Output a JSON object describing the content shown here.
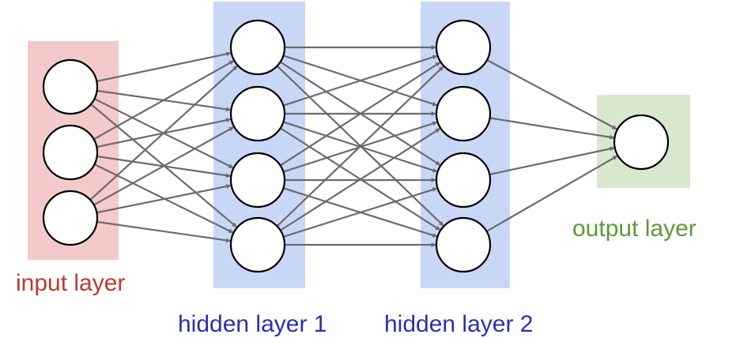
{
  "diagram": {
    "layers": [
      {
        "id": "input",
        "label": "input layer",
        "neurons": 3,
        "color": "#f3c9c9",
        "label_color": "#c0392b"
      },
      {
        "id": "hidden1",
        "label": "hidden layer 1",
        "neurons": 4,
        "color": "#c9d7f7",
        "label_color": "#2b2fb0"
      },
      {
        "id": "hidden2",
        "label": "hidden layer 2",
        "neurons": 4,
        "color": "#c9d7f7",
        "label_color": "#2b2fb0"
      },
      {
        "id": "output",
        "label": "output layer",
        "neurons": 1,
        "color": "#d7e8cf",
        "label_color": "#5a9a3a"
      }
    ],
    "connection": "fully-connected",
    "edge_color": "#6b6b6b",
    "neuron_fill": "#ffffff",
    "neuron_stroke": "#000000"
  }
}
